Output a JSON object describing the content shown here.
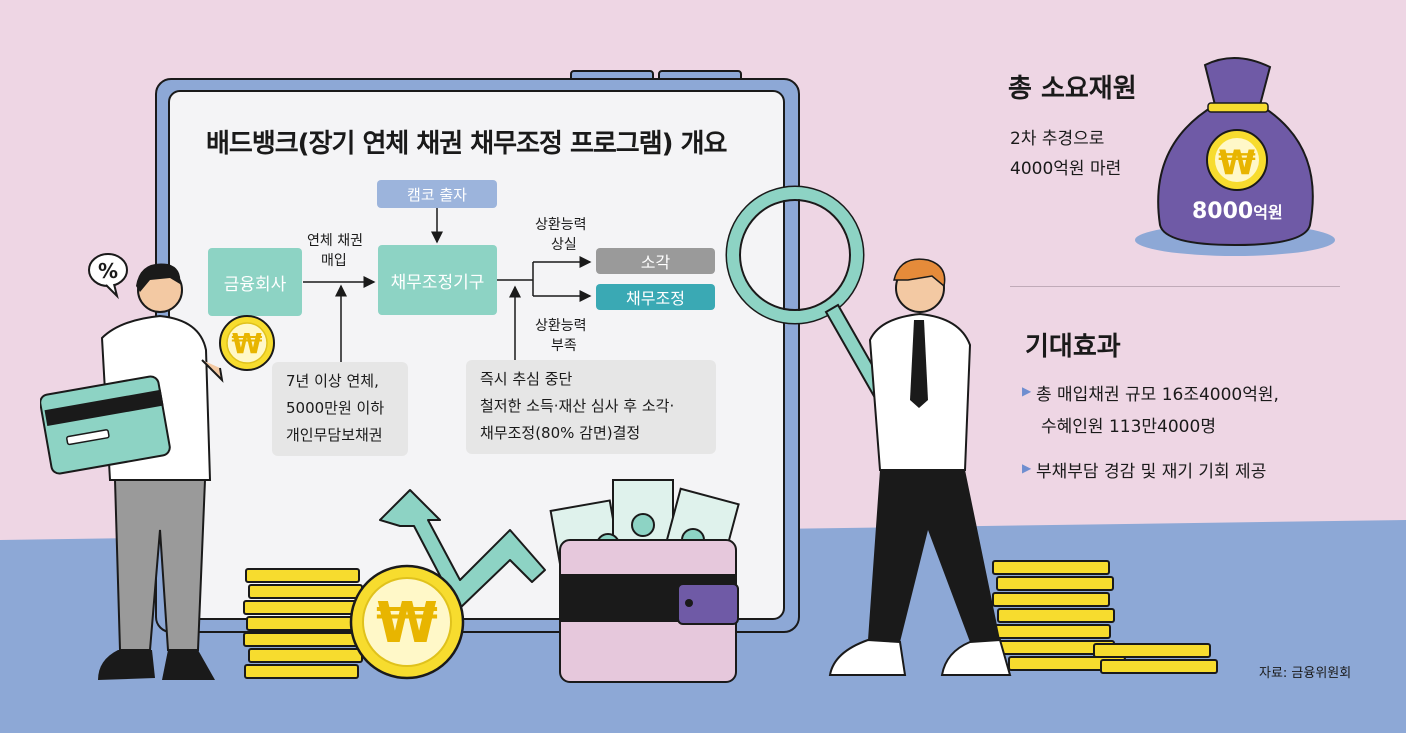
{
  "title": "배드뱅크(장기 연체 채권 채무조정 프로그램) 개요",
  "flow": {
    "kamco": "캠코 출자",
    "financial_co": "금융회사",
    "purchase_label_1": "연체 채권",
    "purchase_label_2": "매입",
    "agency": "채무조정기구",
    "lost_label_1": "상환능력",
    "lost_label_2": "상실",
    "lack_label_1": "상환능력",
    "lack_label_2": "부족",
    "write_off": "소각",
    "adjustment": "채무조정",
    "criteria": [
      "7년 이상 연체,",
      "5000만원 이하",
      "개인무담보채권"
    ],
    "process": [
      "즉시 추심 중단",
      "철저한 소득·재산 심사 후 소각·",
      "채무조정(80% 감면)결정"
    ]
  },
  "budget": {
    "heading": "총 소요재원",
    "desc_1": "2차 추경으로",
    "desc_2": "4000억원 마련",
    "amount_number": "8000",
    "amount_unit": "억원",
    "currency_symbol": "₩"
  },
  "effects": {
    "heading": "기대효과",
    "item1_line1": "총 매입채권 규모 16조4000억원,",
    "item1_line2": "수혜인원 113만4000명",
    "item2": "부채부담 경감 및 재기 기회 제공"
  },
  "percent_symbol": "%",
  "source": "자료: 금융위원회",
  "colors": {
    "bg_pink": "#eed6e4",
    "bg_blue": "#8da8d6",
    "green_box": "#8dd3c4",
    "blue_box": "#9cb4dc",
    "gray_box": "#9a9a9a",
    "teal_box": "#3aa9b4",
    "purple_bag": "#6f5aa6",
    "coin_yellow": "#f7dc2e"
  },
  "icons": [
    "won-coin-icon",
    "money-bag-icon",
    "magnifier-icon",
    "wallet-icon",
    "credit-card-icon",
    "trend-arrow-icon",
    "percent-bubble-icon"
  ]
}
